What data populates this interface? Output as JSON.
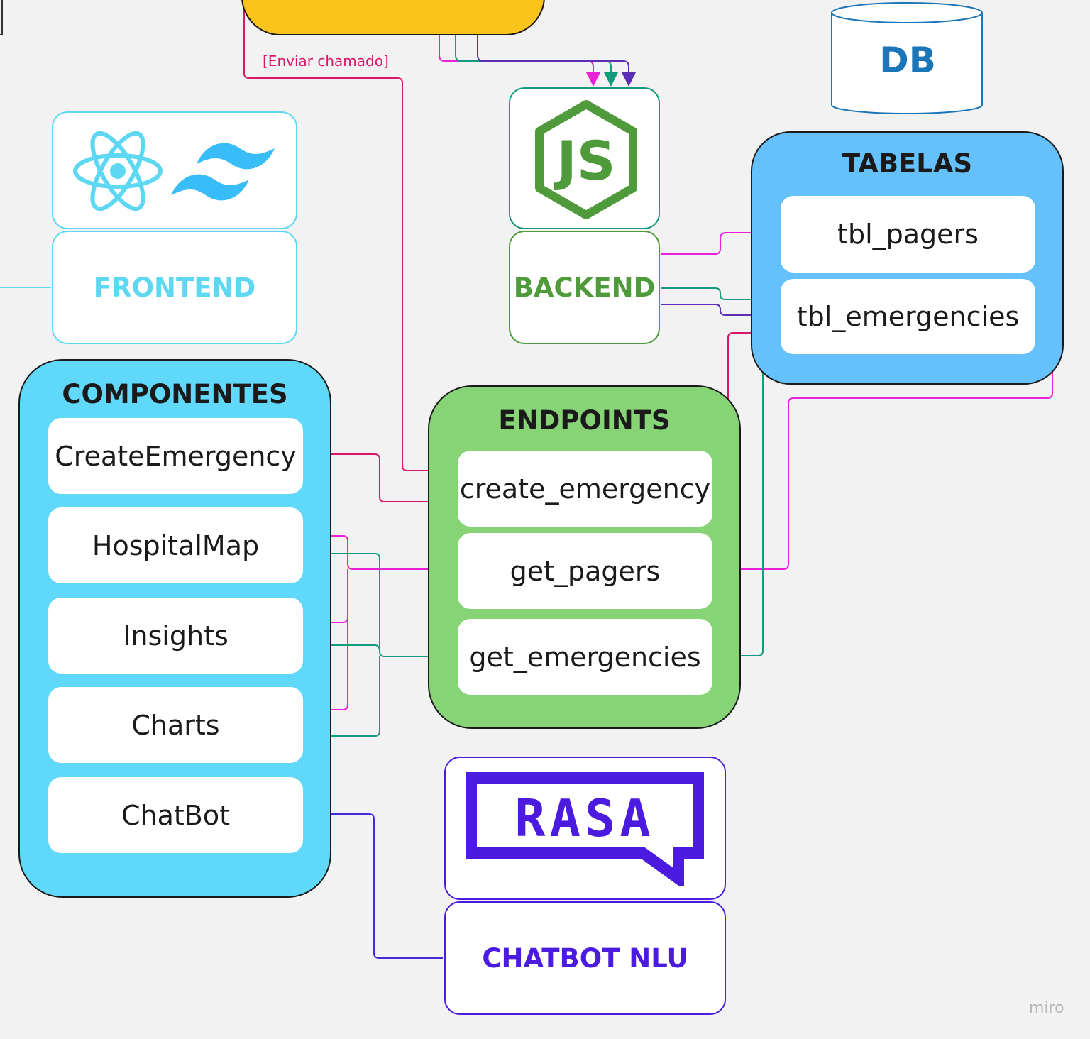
{
  "colors": {
    "background": "#f2f2f2",
    "frontend": "#5ed8f2",
    "componentes": "#5fd8fa",
    "endpoints": "#87d476",
    "tabelas": "#64c1fb",
    "backend": "#4f9a3a",
    "db": "#1a75b9",
    "chatbot": "#4b1ce0",
    "top_block": "#fbc41c",
    "pink": "#ea1fd8",
    "crimson": "#d6176a",
    "teal": "#149b7d",
    "purple": "#5a2fb5",
    "indigo": "#4a28d8"
  },
  "top_block": {
    "edge_label": "[Enviar chamado]"
  },
  "frontend": {
    "label": "FRONTEND",
    "icons": [
      "react-icon",
      "tailwind-icon"
    ]
  },
  "backend": {
    "label": "BACKEND",
    "icon": "nodejs-icon",
    "icon_text": "JS"
  },
  "db": {
    "label": "DB"
  },
  "tabelas": {
    "title": "TABELAS",
    "items": [
      "tbl_pagers",
      "tbl_emergencies"
    ]
  },
  "componentes": {
    "title": "COMPONENTES",
    "items": [
      "CreateEmergency",
      "HospitalMap",
      "Insights",
      "Charts",
      "ChatBot"
    ]
  },
  "endpoints": {
    "title": "ENDPOINTS",
    "items": [
      "create_emergency",
      "get_pagers",
      "get_emergencies"
    ]
  },
  "chatbot": {
    "label": "CHATBOT NLU",
    "logo": "rasa-logo",
    "logo_text": "RASA"
  },
  "watermark": "miro"
}
